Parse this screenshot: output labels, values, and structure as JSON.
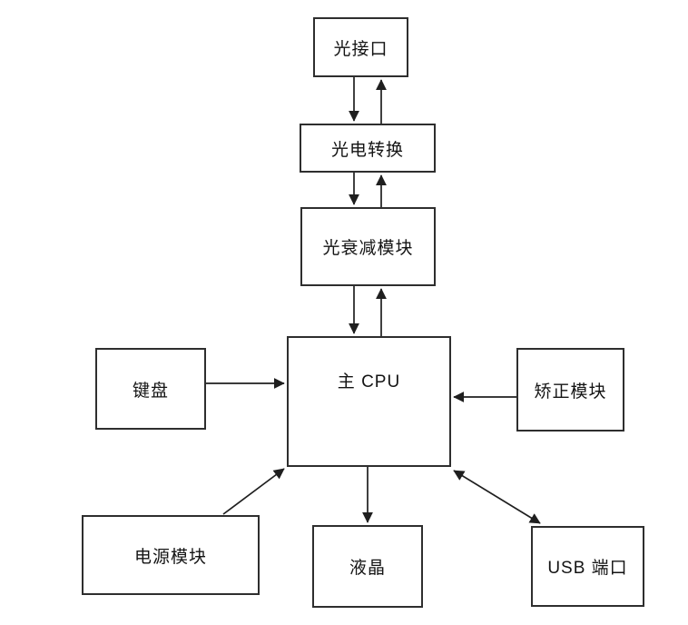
{
  "diagram": {
    "type": "block-diagram",
    "colors": {
      "background": "#ffffff",
      "box_border": "#2e2e2e",
      "line": "#1f1f1f",
      "text": "#141414"
    },
    "nodes": [
      {
        "id": "optical-interface",
        "label": "光接口"
      },
      {
        "id": "photoelectric-conversion",
        "label": "光电转换"
      },
      {
        "id": "optical-attenuation",
        "label": "光衰减模块"
      },
      {
        "id": "main-cpu",
        "label": "主 CPU"
      },
      {
        "id": "keyboard",
        "label": "键盘"
      },
      {
        "id": "correction-module",
        "label": "矫正模块"
      },
      {
        "id": "power-module",
        "label": "电源模块"
      },
      {
        "id": "lcd",
        "label": "液晶"
      },
      {
        "id": "usb-port",
        "label": "USB 端口"
      }
    ],
    "edges": [
      {
        "from": "optical-interface",
        "to": "photoelectric-conversion",
        "direction": "bidirectional-two-lines"
      },
      {
        "from": "photoelectric-conversion",
        "to": "optical-attenuation",
        "direction": "bidirectional-two-lines"
      },
      {
        "from": "optical-attenuation",
        "to": "main-cpu",
        "direction": "bidirectional-two-lines"
      },
      {
        "from": "keyboard",
        "to": "main-cpu",
        "direction": "one-way"
      },
      {
        "from": "correction-module",
        "to": "main-cpu",
        "direction": "one-way"
      },
      {
        "from": "power-module",
        "to": "main-cpu",
        "direction": "one-way"
      },
      {
        "from": "main-cpu",
        "to": "lcd",
        "direction": "one-way"
      },
      {
        "from": "main-cpu",
        "to": "usb-port",
        "direction": "two-way-double-headed"
      }
    ]
  }
}
